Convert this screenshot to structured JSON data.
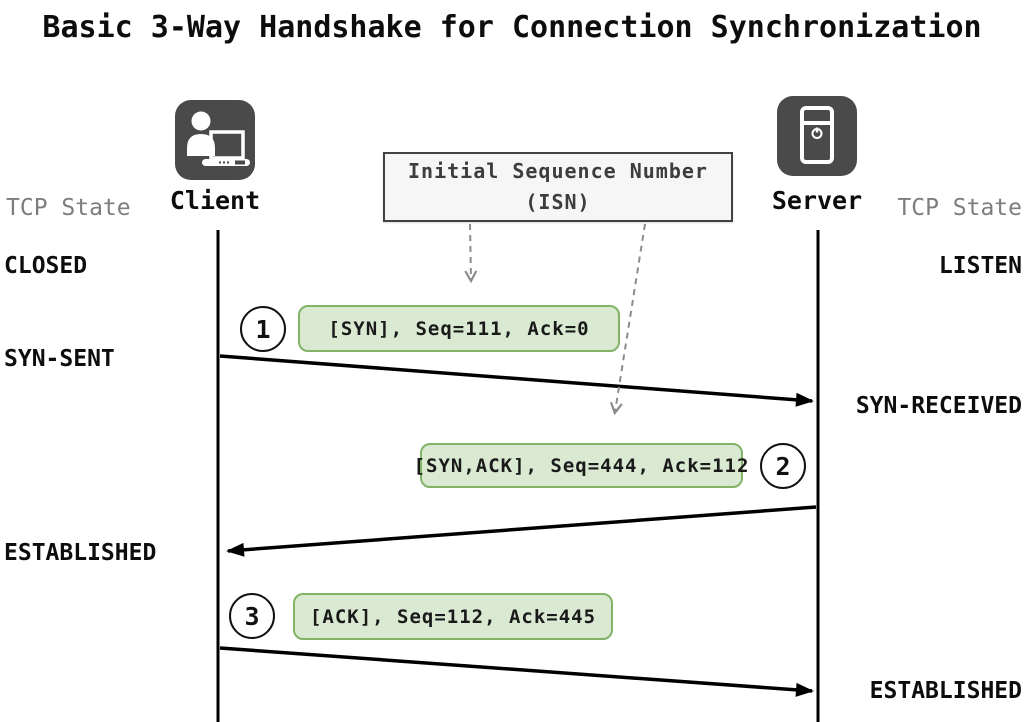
{
  "title": "Basic 3-Way Handshake for Connection Synchronization",
  "actors": {
    "client": "Client",
    "server": "Server"
  },
  "state_columns": {
    "left": {
      "header": "TCP State",
      "states": [
        "CLOSED",
        "SYN-SENT",
        "ESTABLISHED"
      ]
    },
    "right": {
      "header": "TCP State",
      "states": [
        "LISTEN",
        "SYN-RECEIVED",
        "ESTABLISHED"
      ]
    }
  },
  "annotation": {
    "line1": "Initial Sequence Number",
    "line2": "(ISN)"
  },
  "messages": [
    {
      "step": "1",
      "label": "[SYN], Seq=111, Ack=0",
      "from": "client",
      "to": "server"
    },
    {
      "step": "2",
      "label": "[SYN,ACK], Seq=444, Ack=112",
      "from": "server",
      "to": "client"
    },
    {
      "step": "3",
      "label": "[ACK], Seq=112, Ack=445",
      "from": "client",
      "to": "server"
    }
  ],
  "colors": {
    "icon_bg": "#4a4a4a",
    "message_fill": "#d9e9d2",
    "message_border": "#82b366",
    "muted_text": "#7d7d7d",
    "annotation_bg": "#f6f6f6",
    "annotation_border": "#424242",
    "line_color": "#000000",
    "dashed_color": "#8c8c8c"
  }
}
